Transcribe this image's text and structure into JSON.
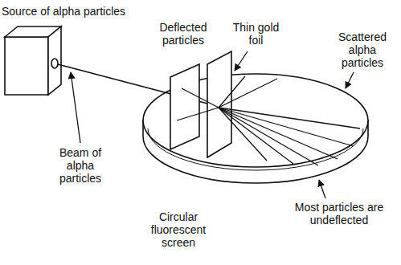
{
  "diagram": {
    "labels": [
      "Source of alpha particles",
      "Beam of alpha particles",
      "Deflected particles",
      "Thin gold foil",
      "Scattered alpha particles",
      "Circular fluorescent screen",
      "Most particles are undeflected"
    ]
  }
}
